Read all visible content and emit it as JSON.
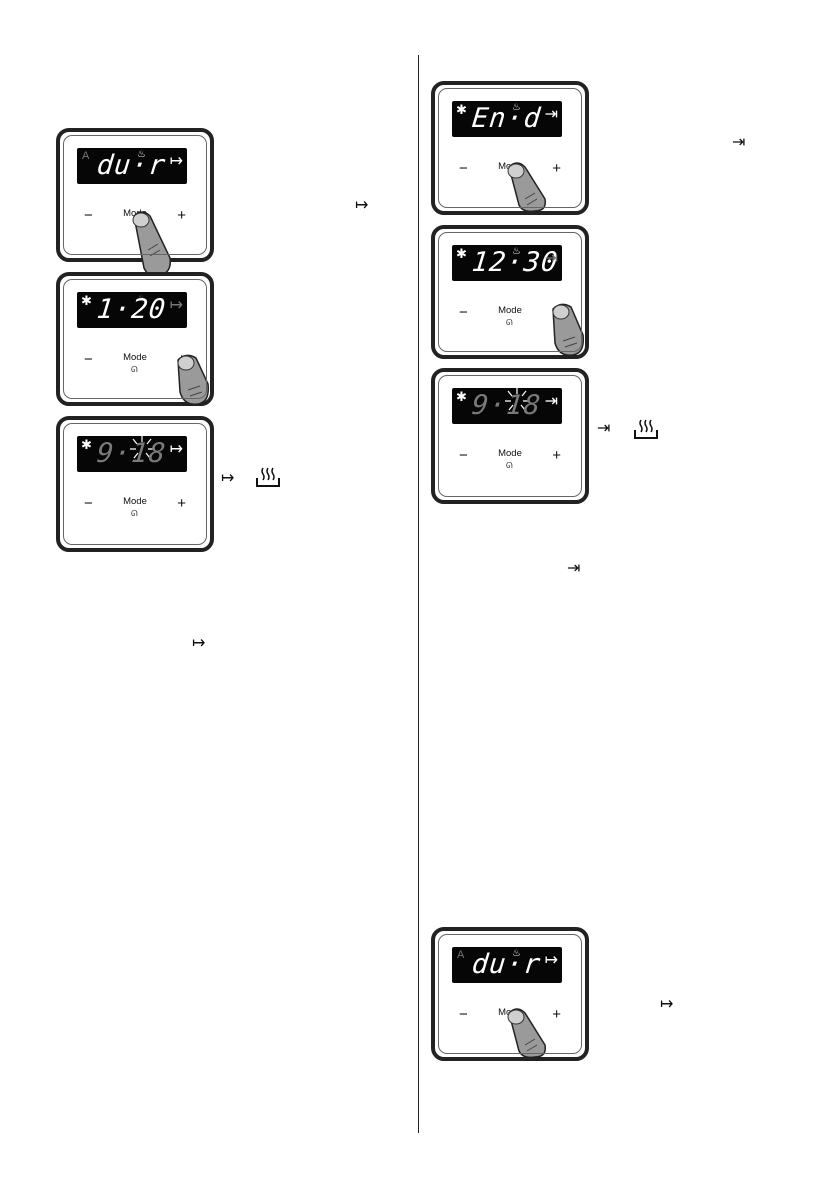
{
  "panel_labels": {
    "minus": "−",
    "mode": "Mode",
    "plus": "+"
  },
  "left_panels": [
    {
      "display": "du·r",
      "indicator": "A",
      "arrow": "↦"
    },
    {
      "display": "1·20",
      "indicator": "✱",
      "arrow": "↦"
    },
    {
      "display": "9·18",
      "indicator": "✱",
      "arrow": "↦"
    }
  ],
  "right_panels": [
    {
      "display": "En·d",
      "indicator": "✱",
      "arrow": "⇥"
    },
    {
      "display": "12·30",
      "indicator": "✱",
      "arrow": "⇥"
    },
    {
      "display": "9·18",
      "indicator": "✱",
      "arrow": "⇥"
    },
    {
      "display": "du·r",
      "indicator": "A",
      "arrow": "↦"
    }
  ],
  "symbols": {
    "duration_arrow": "↦",
    "end_arrow": "⇥",
    "heat_icon": "♨",
    "pot_icon": "♨",
    "mode_subicon": "ᘏ"
  }
}
